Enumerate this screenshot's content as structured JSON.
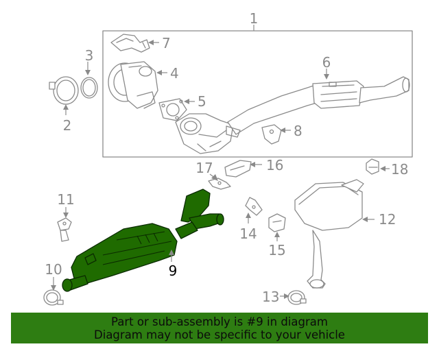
{
  "callouts": {
    "c1": "1",
    "c2": "2",
    "c3": "3",
    "c4": "4",
    "c5": "5",
    "c6": "6",
    "c7": "7",
    "c8": "8",
    "c9": "9",
    "c10": "10",
    "c11": "11",
    "c12": "12",
    "c13": "13",
    "c14": "14",
    "c15": "15",
    "c16": "16",
    "c17": "17",
    "c18": "18"
  },
  "highlighted_part": "9",
  "colors": {
    "highlight": "#1f6b00",
    "banner": "#2e7d12",
    "line_art": "#8a8a8a"
  },
  "banner": {
    "line1": "Part or sub-assembly is #9 in diagram",
    "line2": "Diagram may not be specific to your vehicle"
  }
}
